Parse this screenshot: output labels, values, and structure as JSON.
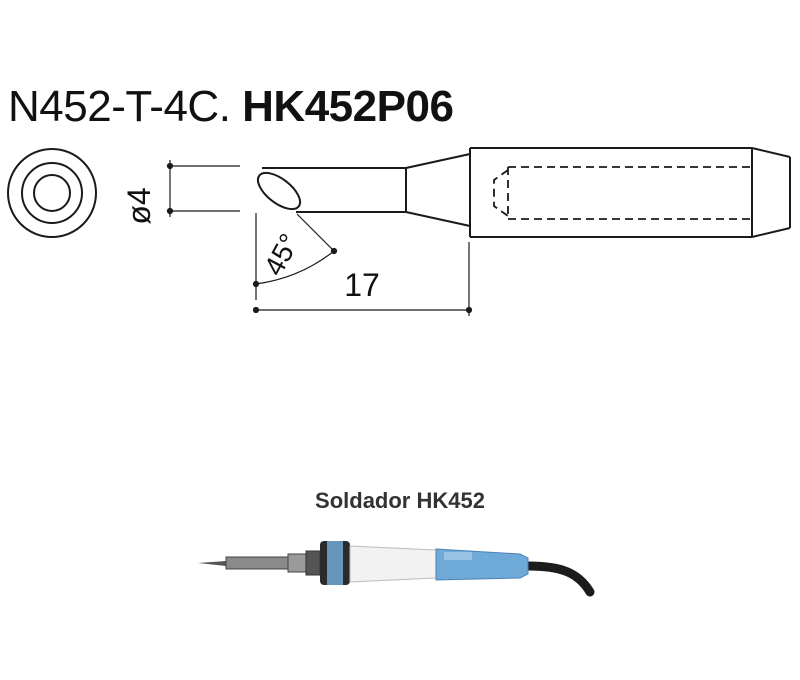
{
  "title": {
    "part_number": "N452-T-4C.",
    "model_code": "HK452P06"
  },
  "dimensions": {
    "diameter": "ø4",
    "angle": "45°",
    "length": "17"
  },
  "caption": "Soldador HK452",
  "colors": {
    "line": "#1a1a1a",
    "grip_blue": "#6fa9d8",
    "grip_white": "#f2f2f2",
    "cable": "#1c1c1c"
  }
}
